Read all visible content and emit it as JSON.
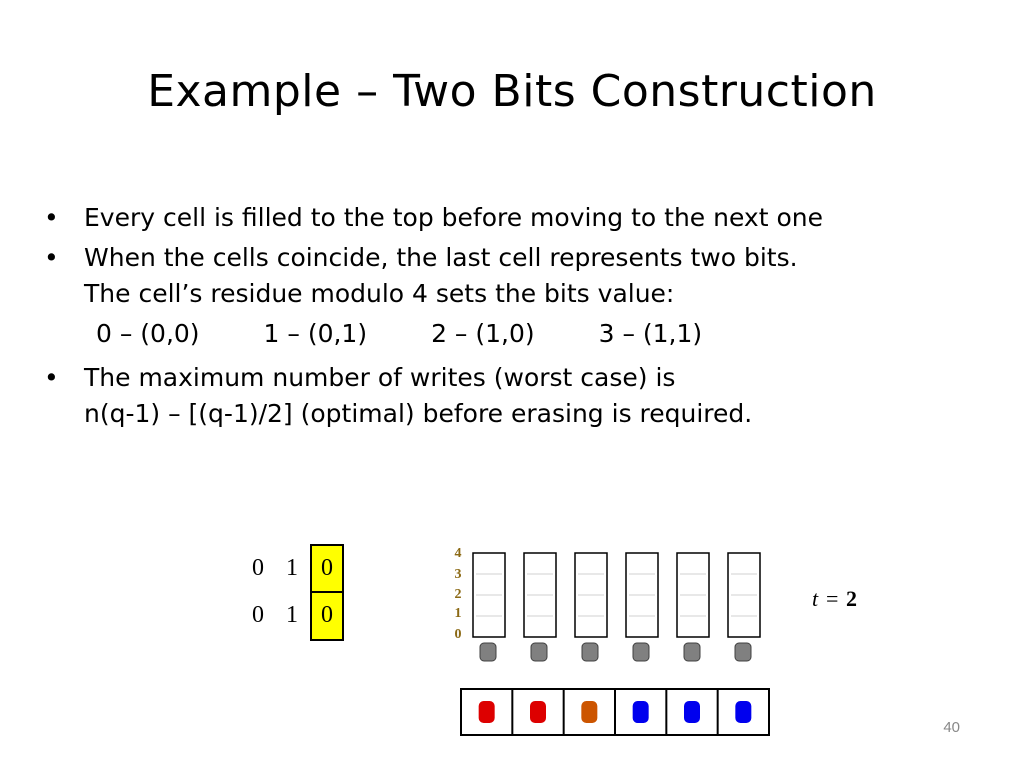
{
  "title": "Example – Two Bits Construction",
  "bullets": [
    {
      "lines": [
        "Every cell is filled to the top before moving to the next one"
      ]
    },
    {
      "lines": [
        "When the cells coincide, the last cell represents two bits.",
        "The cell’s residue modulo 4 sets the bits value:"
      ]
    },
    {
      "lines": [
        "The maximum number of writes (worst case) is",
        "n(q-1) – [(q-1)/2] (optimal) before erasing is required."
      ]
    }
  ],
  "bullet_symbol": "•",
  "mapping": [
    "0 – (0,0)",
    "1 – (0,1)",
    "2 – (1,0)",
    "3 – (1,1)"
  ],
  "bit_table": {
    "rows": [
      [
        "0",
        "1",
        "0"
      ],
      [
        "0",
        "1",
        "0"
      ]
    ],
    "highlight_color": "#ffff00"
  },
  "level_labels": [
    "4",
    "3",
    "2",
    "1",
    "0"
  ],
  "level_label_color": "#8b6914",
  "cells": {
    "count": 6,
    "levels": 4,
    "fill_levels": [
      0,
      0,
      0,
      0,
      0,
      0
    ]
  },
  "time_label": {
    "var": "t",
    "equals": "=",
    "value": "2"
  },
  "bottom_cells": {
    "colors": [
      "#dd0000",
      "#dd0000",
      "#cc5500",
      "#0000ee",
      "#0000ee",
      "#0000ee"
    ]
  },
  "page_number": "40"
}
